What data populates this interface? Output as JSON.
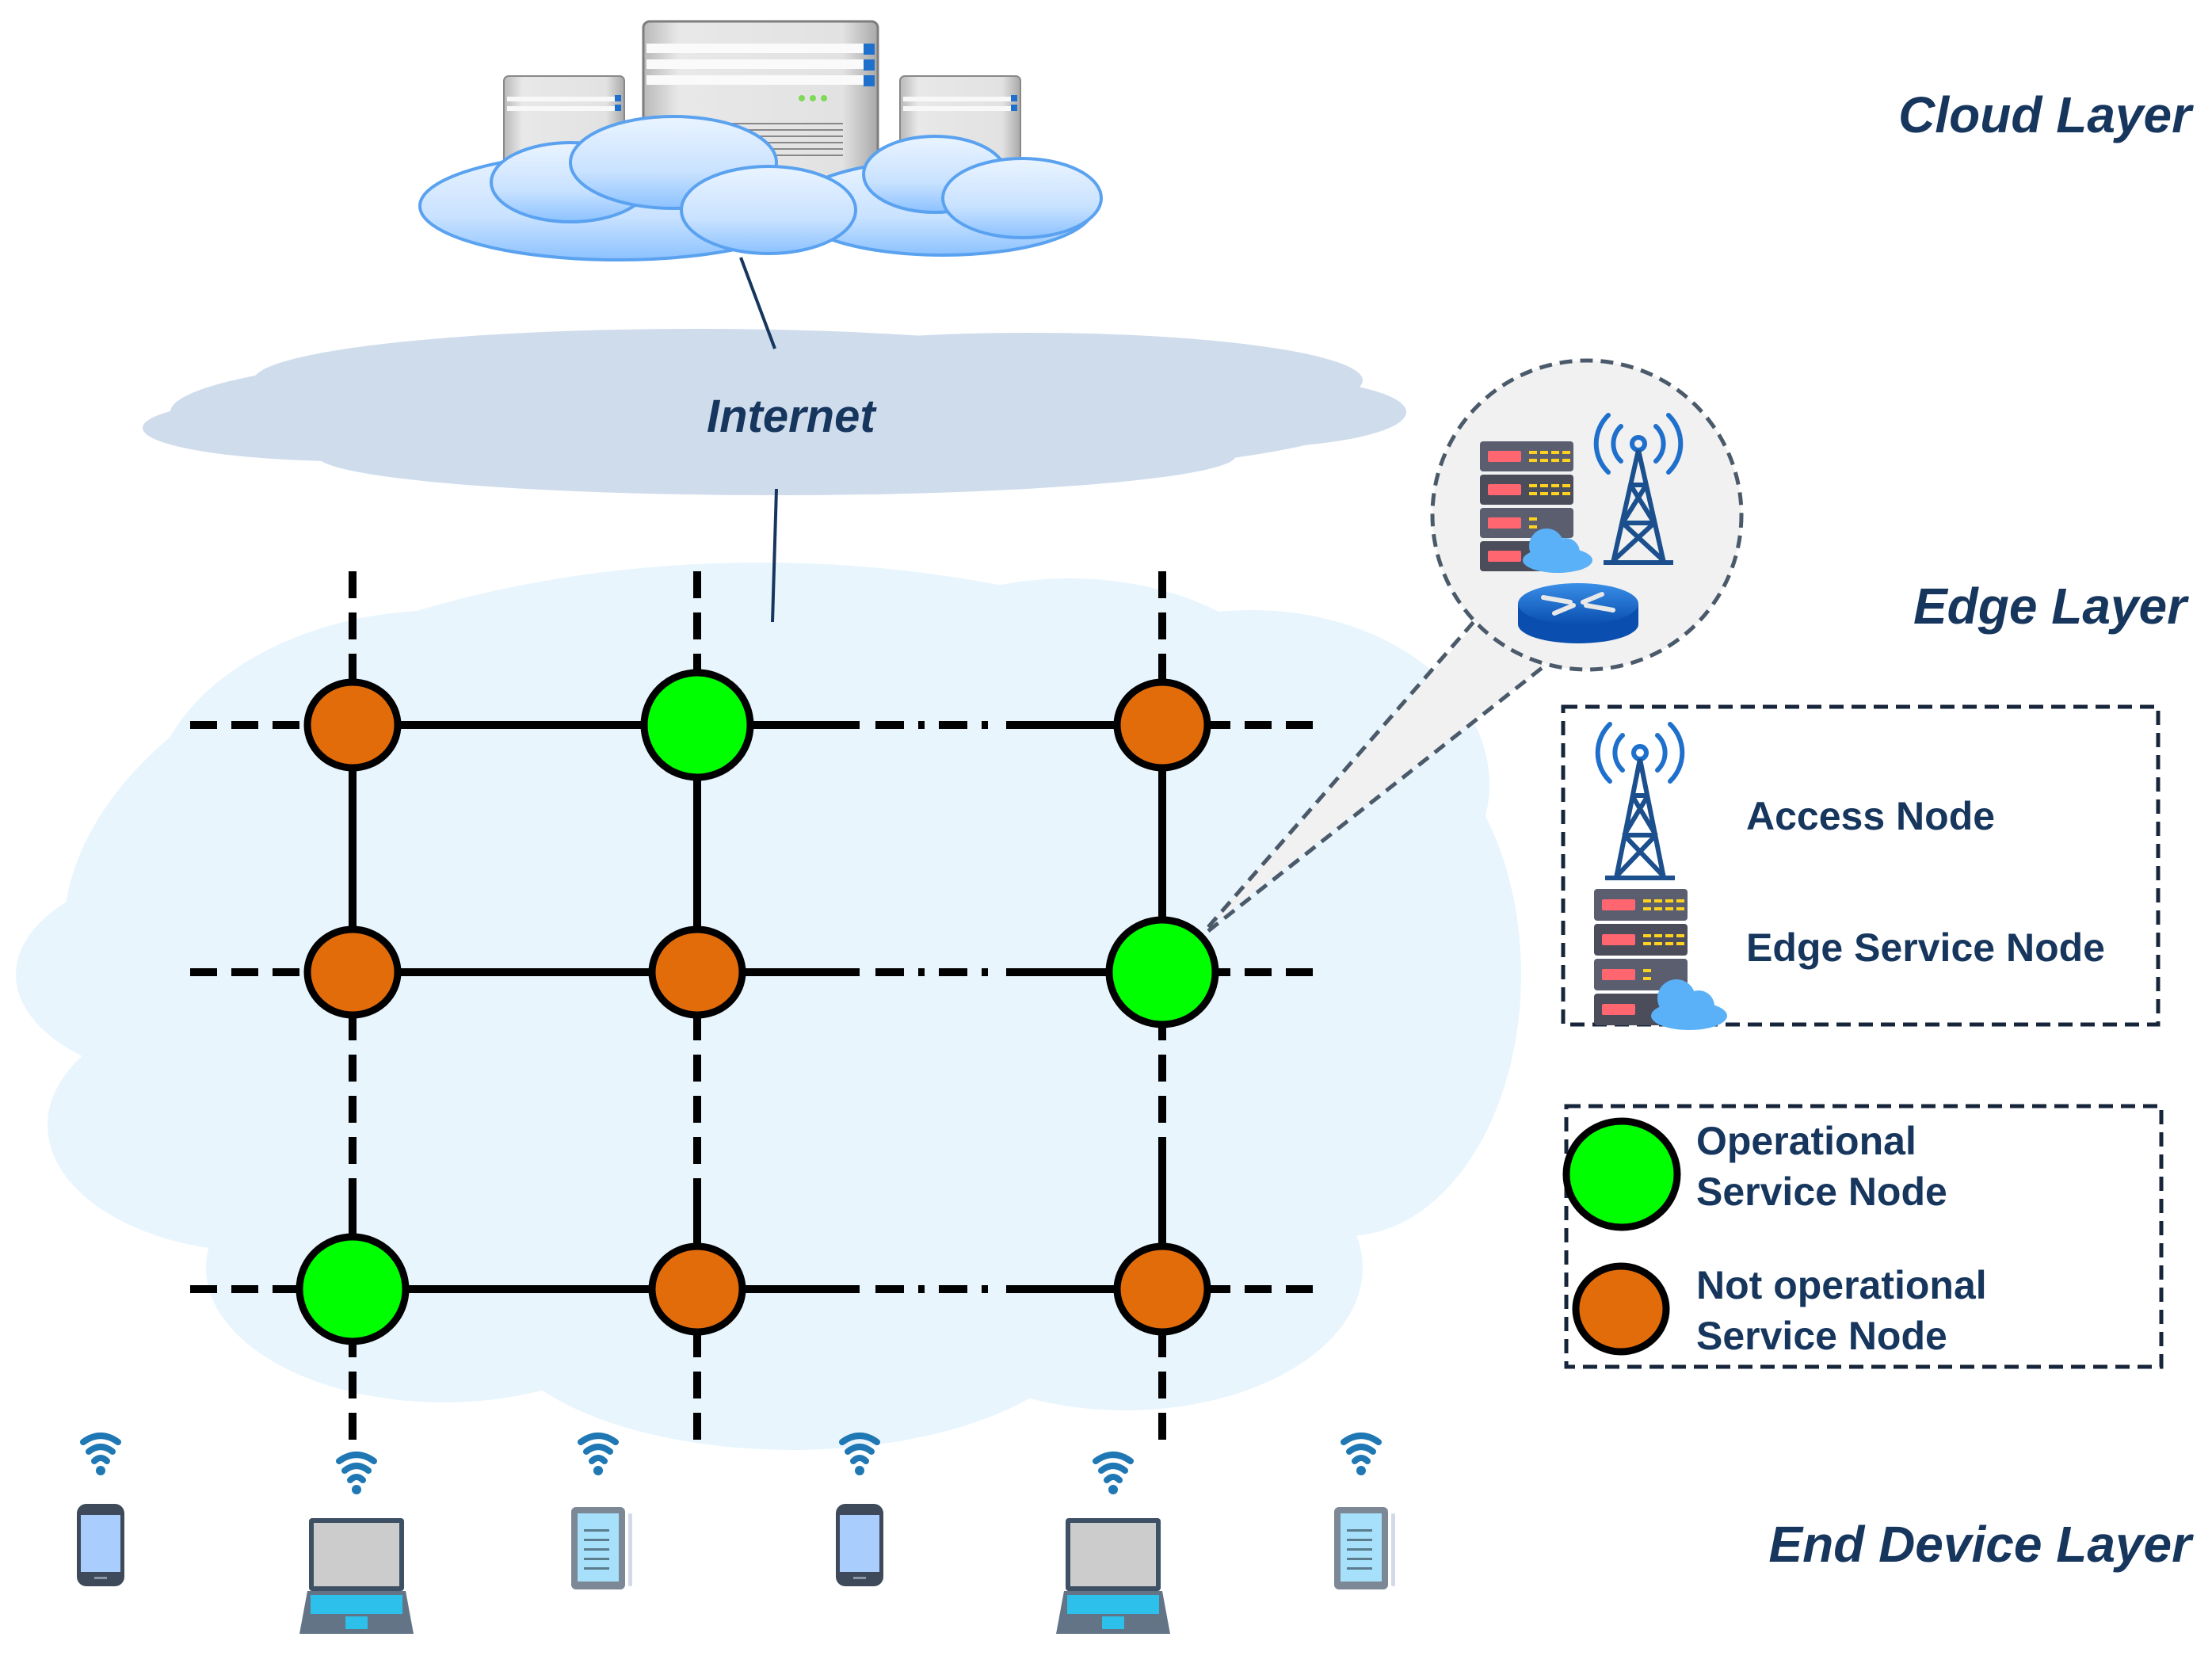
{
  "layers": {
    "cloud": "Cloud Layer",
    "edge": "Edge Layer",
    "end_device": "End Device Layer"
  },
  "internet_label": "Internet",
  "legend_icons": {
    "access_node": "Access Node",
    "edge_service_node": "Edge Service Node"
  },
  "legend_status": {
    "operational": {
      "line1": "Operational",
      "line2": "Service Node",
      "color": "#00ff00"
    },
    "not_operational": {
      "line1": "Not operational",
      "line2": "Service Node",
      "color": "#e36c0a"
    }
  },
  "colors": {
    "text": "#17365d",
    "edge_cloud": "#e8f5fd",
    "internet_cloud": "#cfdcec",
    "wifi": "#1f77b4"
  },
  "grid": {
    "rows": 3,
    "cols": 3,
    "nodes": [
      [
        "not_operational",
        "operational",
        "not_operational"
      ],
      [
        "not_operational",
        "not_operational",
        "operational"
      ],
      [
        "operational",
        "not_operational",
        "not_operational"
      ]
    ],
    "zoomed_node": [
      1,
      2
    ]
  },
  "end_devices": [
    "smartphone",
    "laptop",
    "tablet",
    "smartphone",
    "laptop",
    "tablet"
  ]
}
